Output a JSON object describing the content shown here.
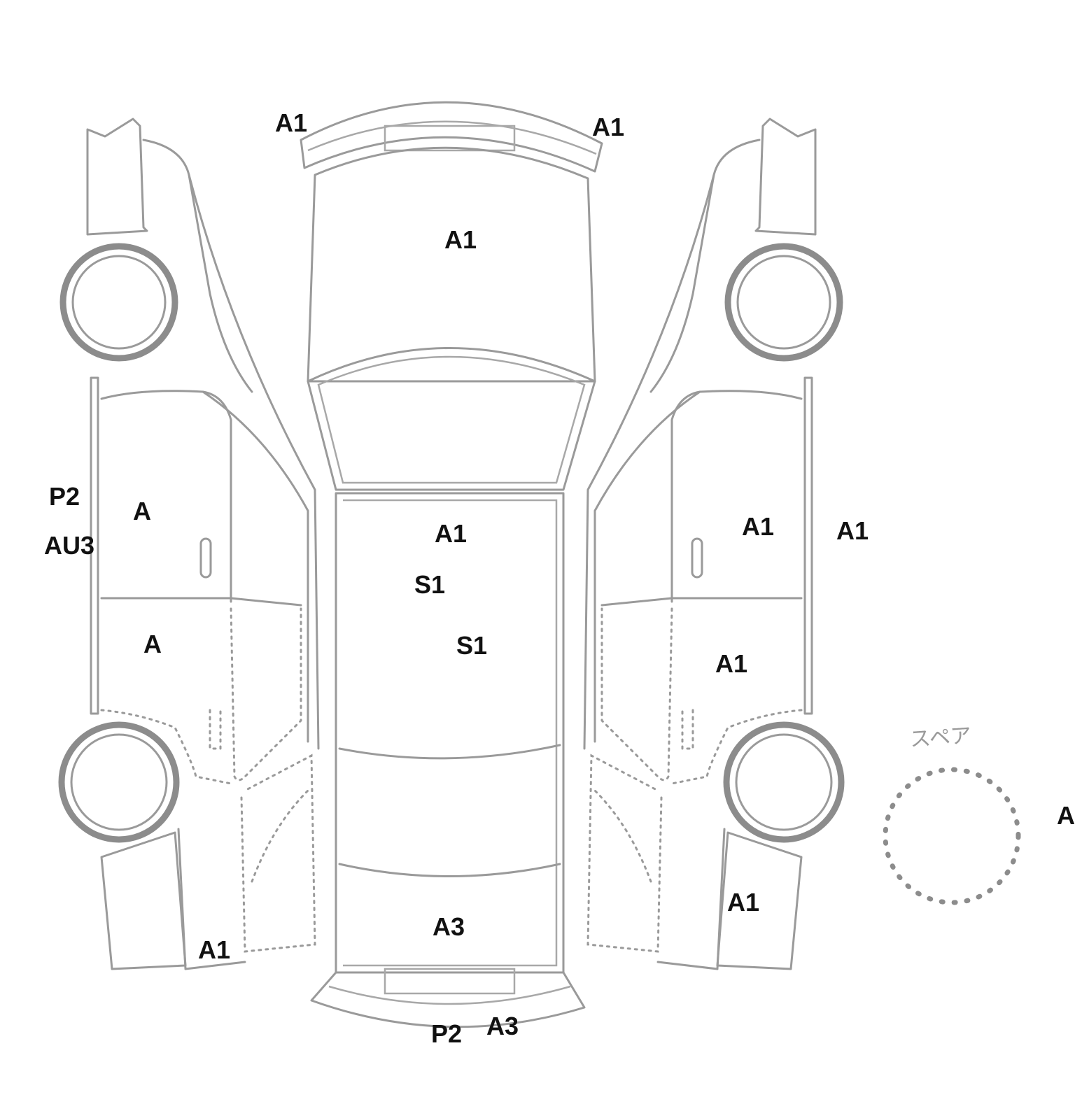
{
  "spare_label": "スペア",
  "marks": {
    "front_bumper_left": "A1",
    "front_bumper_right": "A1",
    "hood": "A1",
    "roof_1": "A1",
    "roof_2": "S1",
    "roof_3": "S1",
    "trunk": "A3",
    "rear_bumper_1": "P2",
    "rear_bumper_2": "A3",
    "left_rocker_1": "P2",
    "left_rocker_2": "AU3",
    "left_front_door": "A",
    "left_rear_door": "A",
    "left_rear_fender": "A1",
    "right_front_door": "A1",
    "right_rocker": "A1",
    "right_rear_door": "A1",
    "right_rear_fender": "A1",
    "spare_tire": "A"
  }
}
